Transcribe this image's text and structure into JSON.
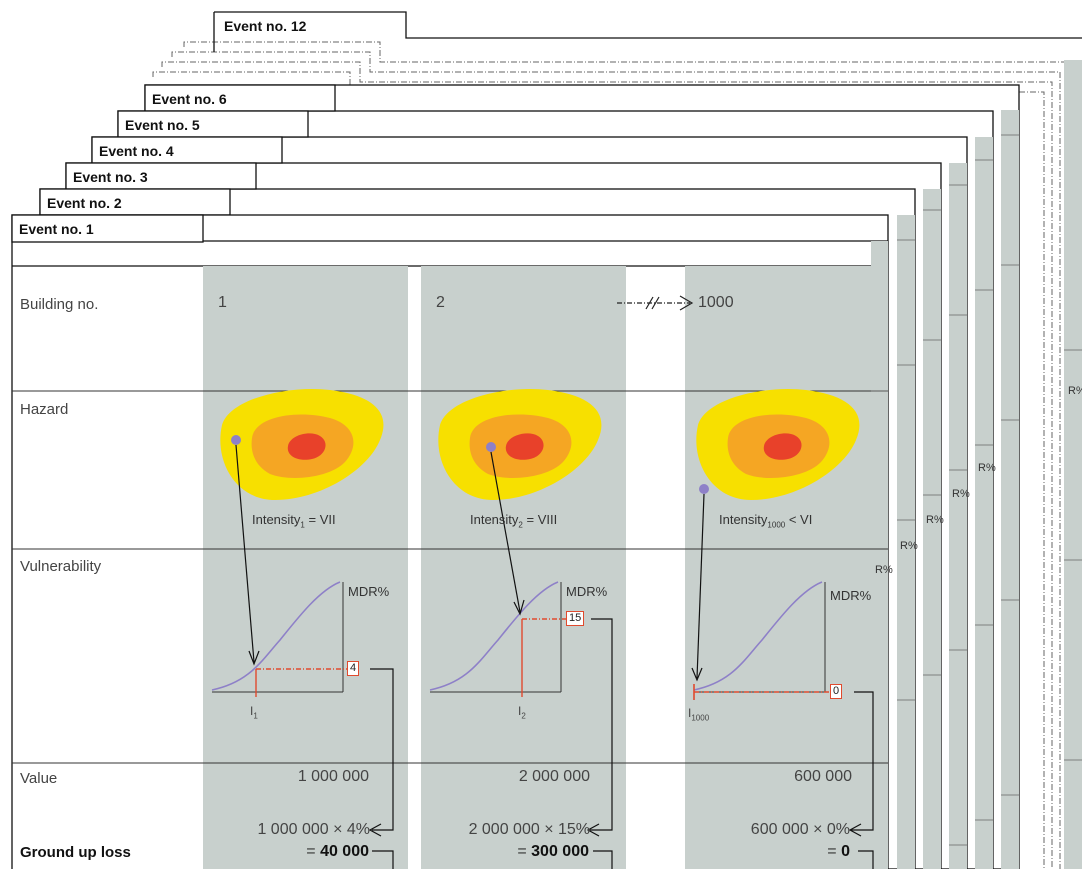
{
  "events": {
    "tabs": [
      "Event no. 12",
      "Event no. 6",
      "Event no. 5",
      "Event no. 4",
      "Event no. 3",
      "Event no. 2",
      "Event no. 1"
    ]
  },
  "rows": {
    "building": "Building no.",
    "hazard": "Hazard",
    "vulnerability": "Vulnerability",
    "value": "Value",
    "loss": "Ground up loss"
  },
  "buildings": [
    {
      "number": "1",
      "intensity_main": "Intensity",
      "intensity_sub": "1",
      "intensity_rel": " = VII",
      "mdr_label": "MDR%",
      "mdr_value": "4",
      "i_label": "I",
      "i_sub": "1",
      "value": "1 000 000",
      "formula": "1 000 000 × 4%",
      "loss_prefix": "= ",
      "loss": "40 000"
    },
    {
      "number": "2",
      "intensity_main": "Intensity",
      "intensity_sub": "2",
      "intensity_rel": " = VIII",
      "mdr_label": "MDR%",
      "mdr_value": "15",
      "i_label": "I",
      "i_sub": "2",
      "value": "2 000 000",
      "formula": "2 000 000 × 15%",
      "loss_prefix": "= ",
      "loss": "300 000"
    },
    {
      "number": "1000",
      "intensity_main": "Intensity",
      "intensity_sub": "1000",
      "intensity_rel": " < VI",
      "mdr_label": "MDR%",
      "mdr_value": "0",
      "i_label": "I",
      "i_sub": "1000",
      "value": "600 000",
      "formula": "600 000 × 0%",
      "loss_prefix": "= ",
      "loss": "0"
    }
  ],
  "stack_fragment": "R%",
  "colors": {
    "column_shade": "#c8d0cd",
    "hazard_outer": "#f7e000",
    "hazard_mid": "#f5a623",
    "hazard_core": "#e8412a",
    "curve": "#8e80c8",
    "highlight": "#e04a2e"
  }
}
